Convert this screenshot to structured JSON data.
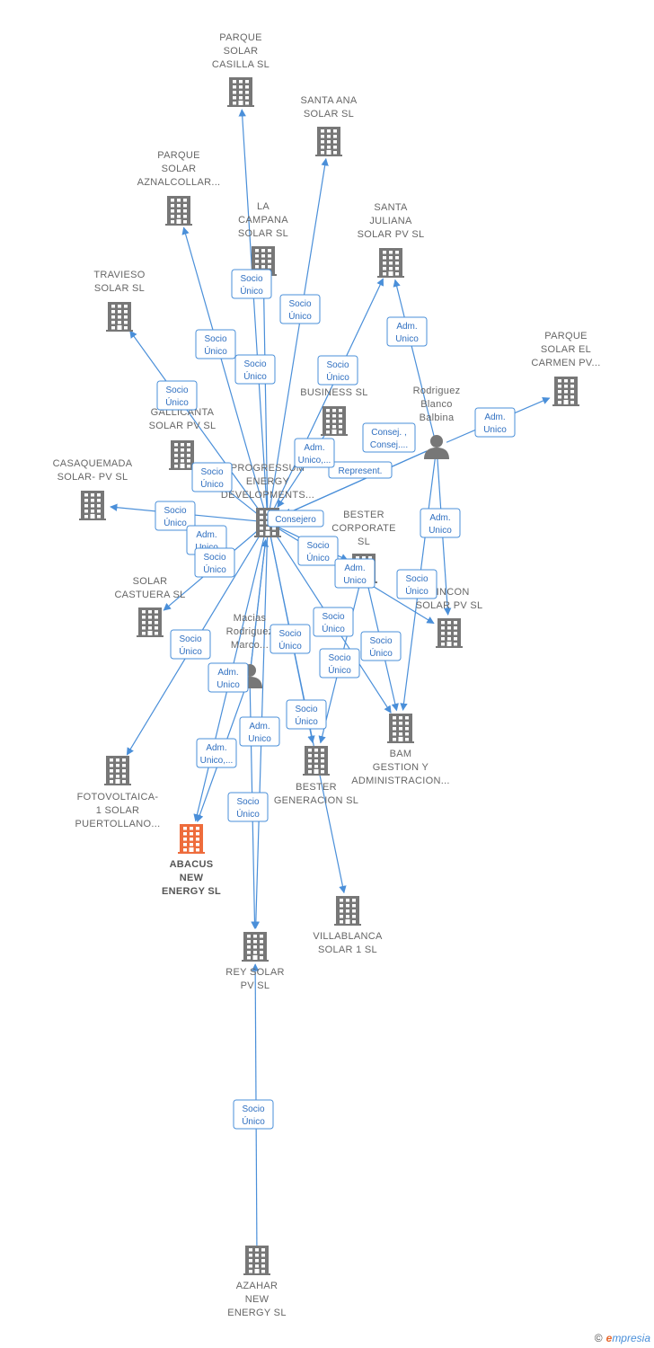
{
  "colors": {
    "edge": "#4a8fd9",
    "node": "#777777",
    "focus": "#ee6c3c",
    "label": "#666666"
  },
  "nodes": [
    {
      "id": "casilla",
      "type": "company",
      "lines": [
        "PARQUE",
        "SOLAR",
        "CASILLA  SL"
      ]
    },
    {
      "id": "santaana",
      "type": "company",
      "lines": [
        "SANTA ANA",
        "SOLAR  SL"
      ]
    },
    {
      "id": "aznalcollar",
      "type": "company",
      "lines": [
        "PARQUE",
        "SOLAR",
        "AZNALCOLLAR..."
      ]
    },
    {
      "id": "campana",
      "type": "company",
      "lines": [
        "LA",
        "CAMPANA",
        "SOLAR  SL"
      ]
    },
    {
      "id": "santajuliana",
      "type": "company",
      "lines": [
        "SANTA",
        "JULIANA",
        "SOLAR PV  SL"
      ]
    },
    {
      "id": "travieso",
      "type": "company",
      "lines": [
        "TRAVIESO",
        "SOLAR  SL"
      ]
    },
    {
      "id": "carmen",
      "type": "company",
      "lines": [
        "PARQUE",
        "SOLAR EL",
        "CARMEN PV..."
      ]
    },
    {
      "id": "wbusiness",
      "type": "company",
      "lines": [
        "W",
        "BUSINESS SL"
      ]
    },
    {
      "id": "rodriguez",
      "type": "person",
      "lines": [
        "Rodriguez",
        "Blanco",
        "Balbina"
      ]
    },
    {
      "id": "gallicanta",
      "type": "company",
      "lines": [
        "GALLICANTA",
        "SOLAR PV  SL"
      ]
    },
    {
      "id": "progressum",
      "type": "company",
      "lines": [
        "PROGRESSUM",
        "ENERGY",
        "DEVELOPMENTS..."
      ]
    },
    {
      "id": "casaquemada",
      "type": "company",
      "lines": [
        "CASAQUEMADA",
        "SOLAR- PV  SL"
      ]
    },
    {
      "id": "bestercorp",
      "type": "company",
      "lines": [
        "BESTER",
        "CORPORATE",
        "SL"
      ]
    },
    {
      "id": "rincon",
      "type": "company",
      "lines": [
        "RINCON",
        "SOLAR PV  SL"
      ]
    },
    {
      "id": "castuera",
      "type": "company",
      "lines": [
        "SOLAR",
        "CASTUERA  SL"
      ]
    },
    {
      "id": "macias",
      "type": "person",
      "lines": [
        "Macias",
        "Rodriguez",
        "Marco..."
      ]
    },
    {
      "id": "bam",
      "type": "company",
      "lines": [
        "BAM",
        "GESTION Y",
        "ADMINISTRACION..."
      ]
    },
    {
      "id": "bestergen",
      "type": "company",
      "lines": [
        "BESTER",
        "GENERACION SL"
      ]
    },
    {
      "id": "fotovoltaica",
      "type": "company",
      "lines": [
        "FOTOVOLTAICA-",
        "1 SOLAR",
        "PUERTOLLANO..."
      ]
    },
    {
      "id": "abacus",
      "type": "focus",
      "lines": [
        "ABACUS",
        "NEW",
        "ENERGY  SL"
      ]
    },
    {
      "id": "villablanca",
      "type": "company",
      "lines": [
        "VILLABLANCA",
        "SOLAR 1  SL"
      ]
    },
    {
      "id": "reysolar",
      "type": "company",
      "lines": [
        "REY SOLAR",
        "PV  SL"
      ]
    },
    {
      "id": "azahar",
      "type": "company",
      "lines": [
        "AZAHAR",
        "NEW",
        "ENERGY  SL"
      ]
    }
  ],
  "edges": [
    {
      "from": "progressum",
      "to": "casilla",
      "label": [
        "Socio",
        "Único"
      ]
    },
    {
      "from": "progressum",
      "to": "santaana",
      "label": [
        "Socio",
        "Único"
      ]
    },
    {
      "from": "progressum",
      "to": "aznalcollar",
      "label": [
        "Socio",
        "Único"
      ]
    },
    {
      "from": "progressum",
      "to": "campana",
      "label": [
        "Socio",
        "Único"
      ]
    },
    {
      "from": "progressum",
      "to": "travieso",
      "label": [
        "Socio",
        "Único"
      ]
    },
    {
      "from": "progressum",
      "to": "santajuliana",
      "label": [
        "Socio",
        "Único"
      ]
    },
    {
      "from": "rodriguez",
      "to": "santajuliana",
      "label": [
        "Adm.",
        "Unico"
      ]
    },
    {
      "from": "rodriguez",
      "to": "carmen",
      "label": [
        "Adm.",
        "Unico"
      ]
    },
    {
      "from": "rodriguez",
      "to": "progressum",
      "label": [
        "Consej. ,",
        "Consej...."
      ]
    },
    {
      "from": "rodriguez",
      "to": "progressum",
      "label": [
        "Represent."
      ]
    },
    {
      "from": "wbusiness",
      "to": "progressum",
      "label": [
        "Adm.",
        "Unico,..."
      ]
    },
    {
      "from": "progressum",
      "to": "gallicanta",
      "label": [
        "Socio",
        "Único"
      ]
    },
    {
      "from": "progressum",
      "to": "casaquemada",
      "label": [
        "Socio",
        "Único"
      ]
    },
    {
      "from": "macias",
      "to": "progressum",
      "label": [
        "Adm.",
        "Unico"
      ]
    },
    {
      "from": "progressum",
      "to": "castuera",
      "label": [
        "Socio",
        "Único"
      ]
    },
    {
      "from": "macias",
      "to": "progressum",
      "label": [
        "Consejero"
      ]
    },
    {
      "from": "progressum",
      "to": "rincon",
      "label": [
        "Socio",
        "Único"
      ]
    },
    {
      "from": "rodriguez",
      "to": "rincon",
      "label": [
        "Adm.",
        "Unico"
      ]
    },
    {
      "from": "rodriguez",
      "to": "bam",
      "label": [
        "Adm.",
        "Unico"
      ]
    },
    {
      "from": "progressum",
      "to": "bam",
      "label": [
        "Socio",
        "Único"
      ]
    },
    {
      "from": "bestercorp",
      "to": "bestergen",
      "label": [
        "Socio",
        "Único"
      ]
    },
    {
      "from": "progressum",
      "to": "fotovoltaica",
      "label": [
        "Socio",
        "Único"
      ]
    },
    {
      "from": "progressum",
      "to": "abacus",
      "label": [
        "Socio",
        "Único"
      ]
    },
    {
      "from": "macias",
      "to": "abacus",
      "label": [
        "Adm.",
        "Unico"
      ]
    },
    {
      "from": "progressum",
      "to": "bestergen",
      "label": [
        "Socio",
        "Único"
      ]
    },
    {
      "from": "progressum",
      "to": "villablanca",
      "label": [
        "Socio",
        "Único"
      ]
    },
    {
      "from": "progressum",
      "to": "reysolar",
      "label": [
        "Socio",
        "Único"
      ]
    },
    {
      "from": "macias",
      "to": "reysolar",
      "label": [
        "Adm.",
        "Unico"
      ]
    },
    {
      "from": "bestercorp",
      "to": "bam",
      "label": [
        "Adm.",
        "Unico,..."
      ]
    },
    {
      "from": "progressum",
      "to": "bestercorp",
      "label": [
        "Socio",
        "Único"
      ]
    },
    {
      "from": "azahar",
      "to": "reysolar",
      "label": [
        "Socio",
        "Único"
      ]
    }
  ],
  "footer": {
    "copyright": "©",
    "brand_initial": "e",
    "brand_rest": "mpresia"
  }
}
